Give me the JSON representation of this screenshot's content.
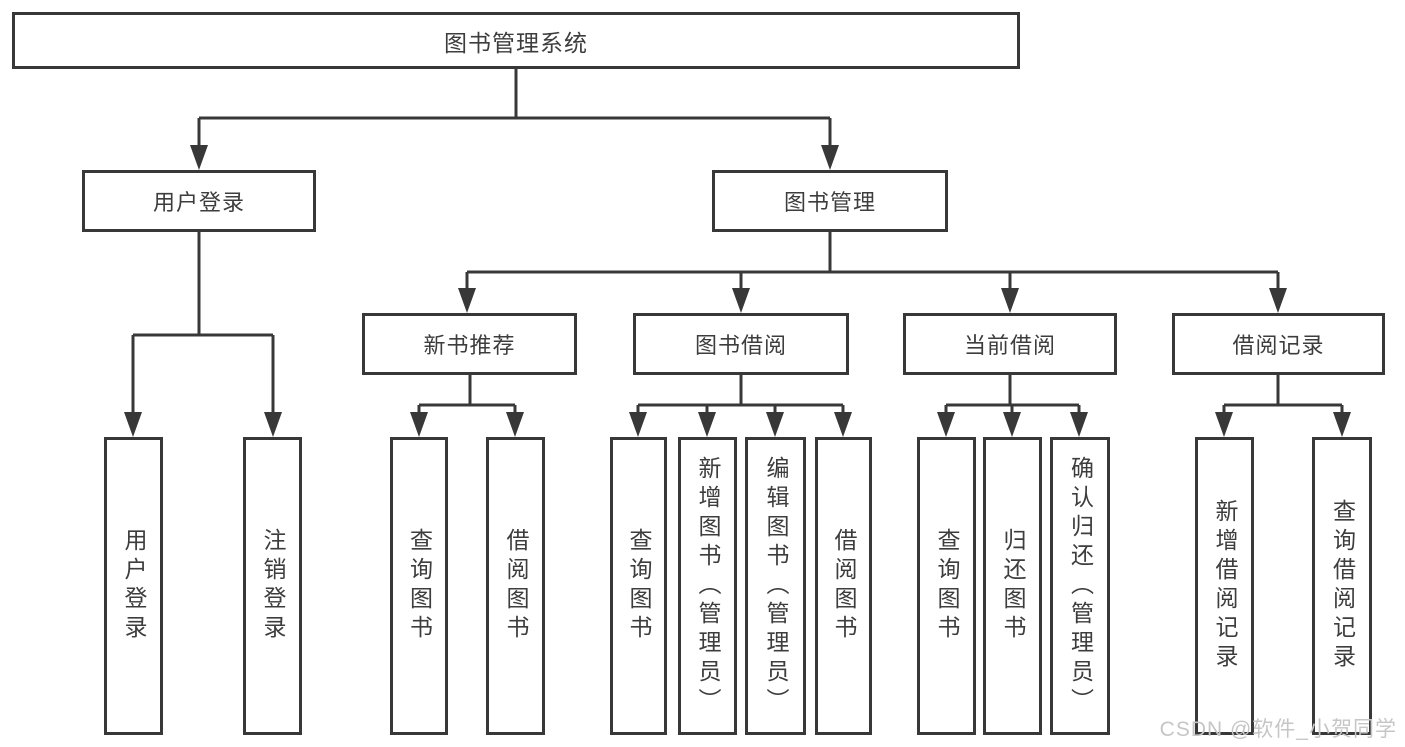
{
  "tree": {
    "root": {
      "label": "图书管理系统"
    },
    "level2": [
      {
        "label": "用户登录",
        "children": [
          {
            "label": "用户登录"
          },
          {
            "label": "注销登录"
          }
        ]
      },
      {
        "label": "图书管理",
        "children": [
          {
            "label": "新书推荐",
            "children": [
              {
                "label": "查询图书"
              },
              {
                "label": "借阅图书"
              }
            ]
          },
          {
            "label": "图书借阅",
            "children": [
              {
                "label": "查询图书"
              },
              {
                "label": "新增图书（管理员）"
              },
              {
                "label": "编辑图书（管理员）"
              },
              {
                "label": "借阅图书"
              }
            ]
          },
          {
            "label": "当前借阅",
            "children": [
              {
                "label": "查询图书"
              },
              {
                "label": "归还图书"
              },
              {
                "label": "确认归还（管理员）"
              }
            ]
          },
          {
            "label": "借阅记录",
            "children": [
              {
                "label": "新增借阅记录"
              },
              {
                "label": "查询借阅记录"
              }
            ]
          }
        ]
      }
    ]
  },
  "watermark": {
    "text": "CSDN @软件_小贺同学"
  },
  "colors": {
    "line": "#383838",
    "box_border": "#383838",
    "text": "#3d3d3d",
    "watermark": "#c6c6c6",
    "background": "#ffffff"
  }
}
